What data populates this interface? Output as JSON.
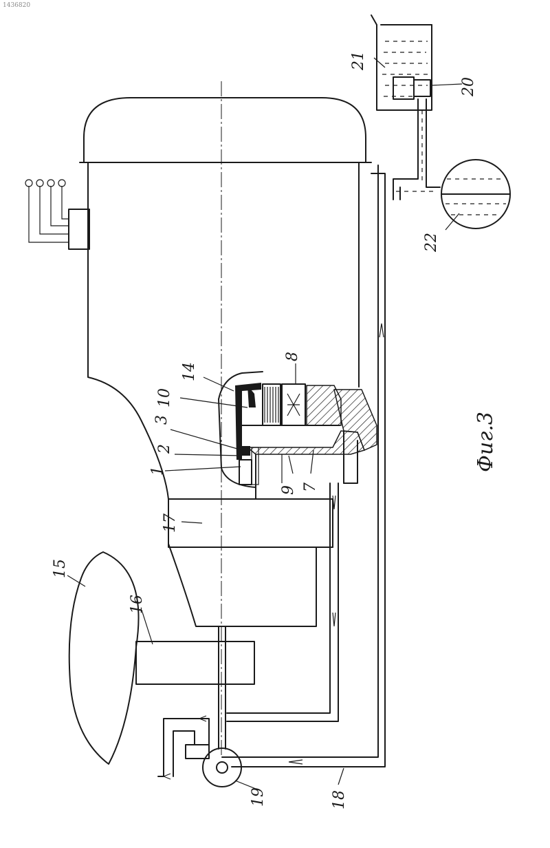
{
  "figure": {
    "corner_id": "1436820",
    "caption": "Фиг.3",
    "labels": {
      "l1": "1",
      "l2": "2",
      "l3": "3",
      "l7": "7",
      "l8": "8",
      "l9": "9",
      "l10": "10",
      "l14": "14",
      "l15": "15",
      "l16": "16",
      "l17": "17",
      "l18": "18",
      "l19": "19",
      "l20": "20",
      "l21": "21",
      "l22": "22"
    }
  }
}
